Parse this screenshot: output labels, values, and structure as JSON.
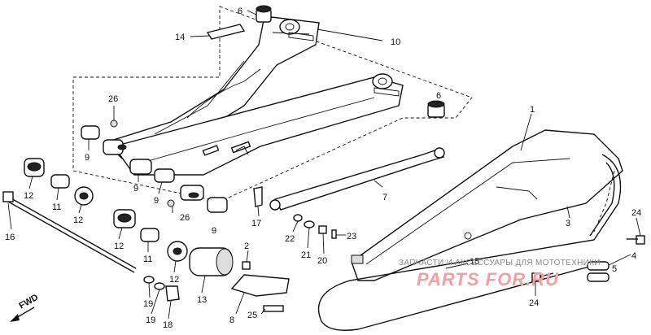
{
  "callouts": {
    "c1": "1",
    "c2": "2",
    "c3": "3",
    "c4": "4",
    "c5": "5",
    "c6a": "6",
    "c6b": "6",
    "c7": "7",
    "c8": "8",
    "c9a": "9",
    "c9b": "9",
    "c9c": "9",
    "c9d": "9",
    "c10": "10",
    "c11a": "11",
    "c11b": "11",
    "c12a": "12",
    "c12b": "12",
    "c12c": "12",
    "c12d": "12",
    "c13": "13",
    "c14": "14",
    "c15": "15",
    "c16": "16",
    "c17": "17",
    "c18": "18",
    "c19a": "19",
    "c19b": "19",
    "c20": "20",
    "c21": "21",
    "c22": "22",
    "c23": "23",
    "c24a": "24",
    "c24b": "24",
    "c25": "25",
    "c26a": "26",
    "c26b": "26"
  },
  "fwd_label": "FWD",
  "watermark": {
    "top": "ЗАПЧАСТИ И АКСЕССУАРЫ ДЛЯ МОТОТЕХНИКИ",
    "brand": "PARTS FOR.RU"
  }
}
